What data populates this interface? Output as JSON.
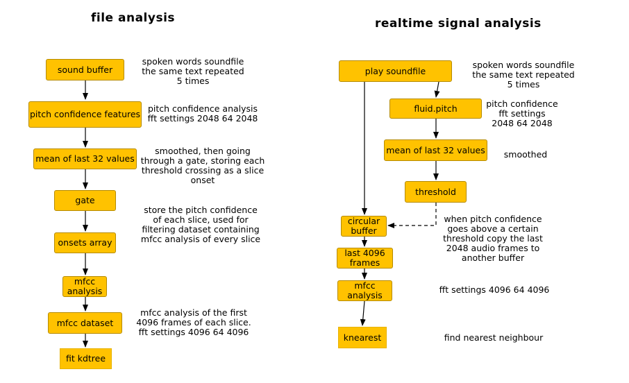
{
  "titles": {
    "left": "file analysis",
    "right": "realtime signal analysis"
  },
  "left": {
    "nodes": {
      "sound_buffer": "sound buffer",
      "pitch_confidence_features": "pitch confidence features",
      "mean_of_last_32": "mean of last 32 values",
      "gate": "gate",
      "onsets_array": "onsets array",
      "mfcc_analysis": "mfcc\nanalysis",
      "mfcc_dataset": "mfcc dataset",
      "fit_kdtree": "fit kdtree"
    },
    "notes": {
      "soundfile": "spoken words soundfile\nthe same text repeated\n5 times",
      "pitch_confidence": "pitch confidence analysis\nfft settings 2048 64 2048",
      "smoothed_gate": "smoothed, then going\nthrough a gate, storing each\nthreshold crossing as a slice\nonset",
      "store_pitch": "store the pitch confidence\nof each slice, used for\nfiltering dataset  containing\nmfcc analysis of every slice",
      "mfcc_first_frames": "mfcc analysis of the first\n4096 frames of each slice.\nfft settings 4096 64 4096"
    }
  },
  "right": {
    "nodes": {
      "play_soundfile": "play soundfile",
      "fluid_pitch": "fluid.pitch",
      "mean_of_last_32": "mean of last 32 values",
      "threshold": "threshold",
      "circular_buffer": "circular\nbuffer",
      "last_4096_frames": "last 4096\nframes",
      "mfcc_analysis": "mfcc\nanalysis",
      "knearest": "knearest"
    },
    "notes": {
      "soundfile": "spoken words soundfile\nthe same text repeated\n5 times",
      "pitch_confidence": "pitch confidence\nfft settings\n2048 64 2048",
      "smoothed": "smoothed",
      "copy_frames": "when pitch confidence\ngoes above a certain\nthreshold copy the last\n2048 audio frames to\nanother buffer",
      "fft_settings": "fft settings 4096 64 4096",
      "nearest": "find nearest neighbour"
    }
  }
}
